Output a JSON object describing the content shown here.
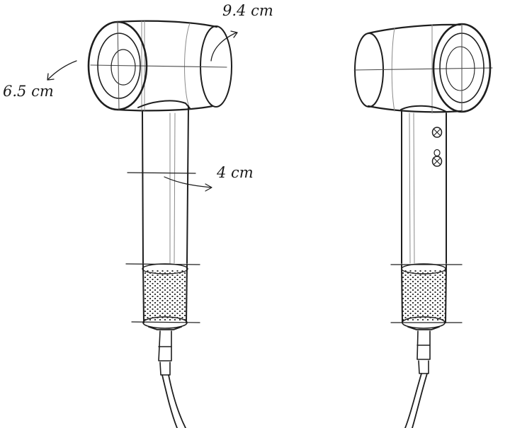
{
  "annotations": {
    "length": "9.4 cm",
    "diameter": "6.5 cm",
    "handle_width": "4 cm"
  },
  "colors": {
    "ink": "#1e1e1e",
    "paper": "#ffffff",
    "shade": "#8a8a8a"
  },
  "views": [
    "front-three-quarter",
    "rear-three-quarter"
  ]
}
